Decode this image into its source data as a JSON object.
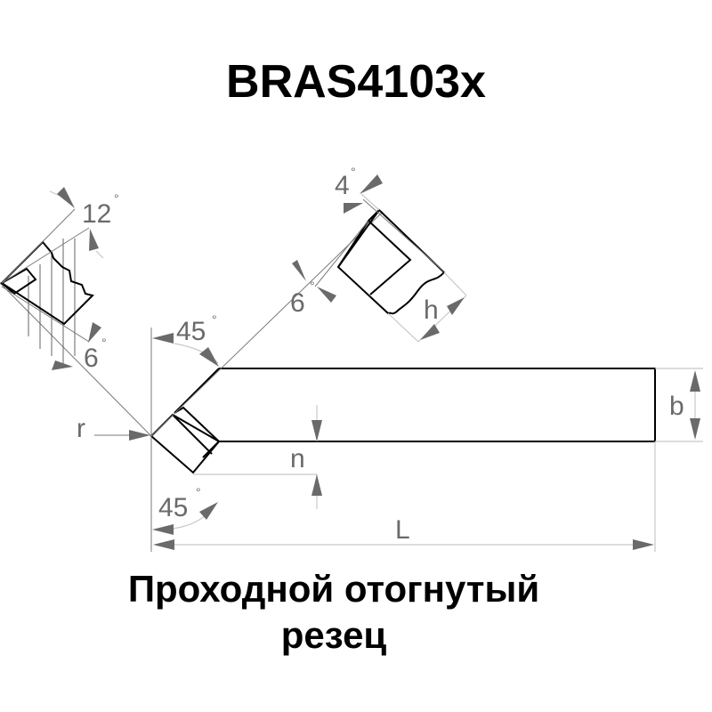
{
  "title": "BRAS4103x",
  "caption": {
    "line1": "Проходной отогнутый",
    "line2": "резец"
  },
  "dimensions": {
    "rake_angle": "12",
    "clearance_angle_left": "6",
    "clearance_angle_mid": "6",
    "side_angle_top": "4",
    "approach_angle_top": "45",
    "approach_angle_bottom": "45",
    "height_label": "h",
    "width_label": "b",
    "length_label": "L",
    "offset_label": "n",
    "radius_label": "r",
    "degree_symbol": "°"
  },
  "colors": {
    "outline": "#000000",
    "dimension": "#6a6a6a",
    "extension_line": "#c8c8c8"
  }
}
